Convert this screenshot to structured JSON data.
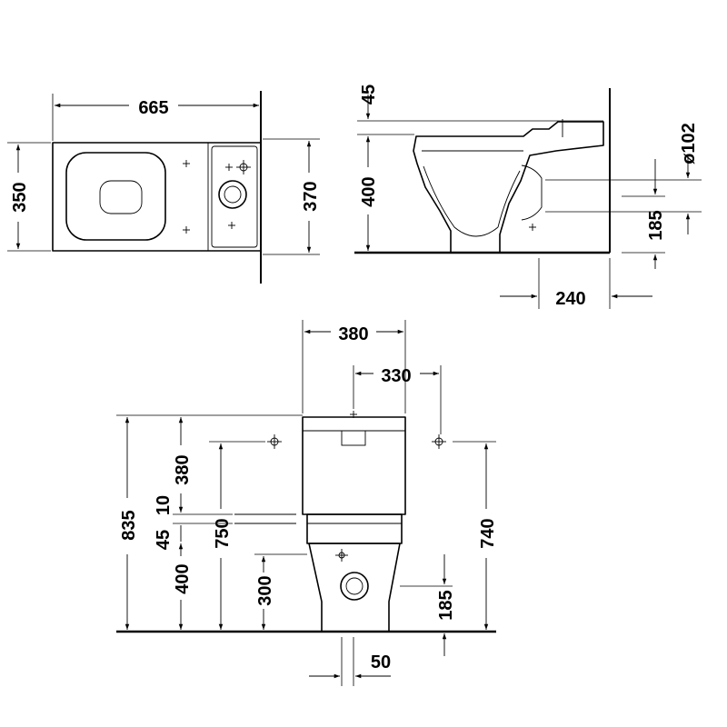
{
  "dimensions": {
    "top_length": "665",
    "top_width_bowl": "350",
    "top_width_tank": "370",
    "side_tank_gap": "45",
    "side_seat_height": "400",
    "side_outlet_diameter": "ø102",
    "side_outlet_height": "185",
    "side_outlet_distance": "240",
    "front_tank_width": "380",
    "front_fixing_distance": "330",
    "front_total_height": "835",
    "front_tank_height": "380",
    "front_gap_10": "10",
    "front_gap_45": "45",
    "front_seat_height": "400",
    "front_fixing_height": "750",
    "front_fixing_height_right": "740",
    "front_inlet_height": "300",
    "front_outlet_height": "185",
    "front_offset": "50"
  }
}
